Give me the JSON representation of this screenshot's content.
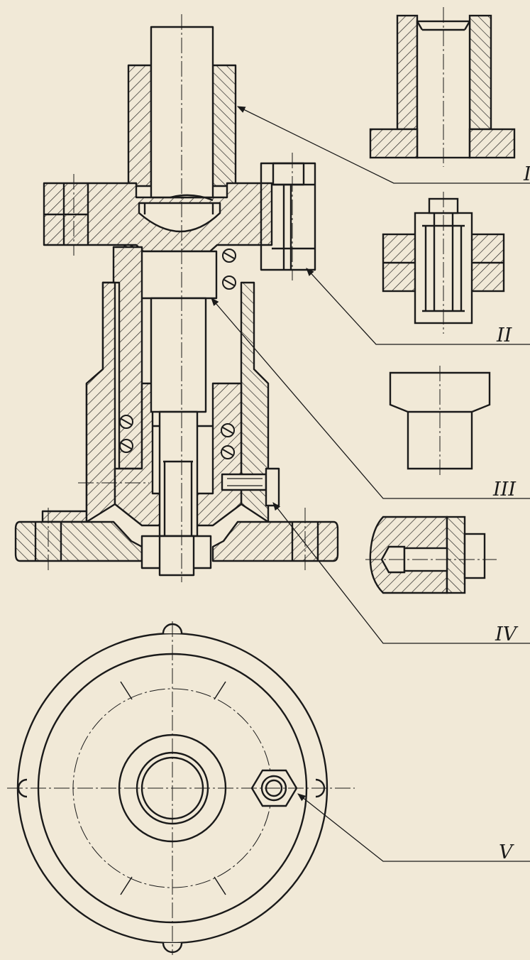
{
  "colors": {
    "paper": "#f1e9d7",
    "ink": "#1a1a1a"
  },
  "callouts": [
    {
      "id": "I",
      "text": "I"
    },
    {
      "id": "II",
      "text": "II"
    },
    {
      "id": "III",
      "text": "III"
    },
    {
      "id": "IV",
      "text": "IV"
    },
    {
      "id": "V",
      "text": "V"
    }
  ]
}
